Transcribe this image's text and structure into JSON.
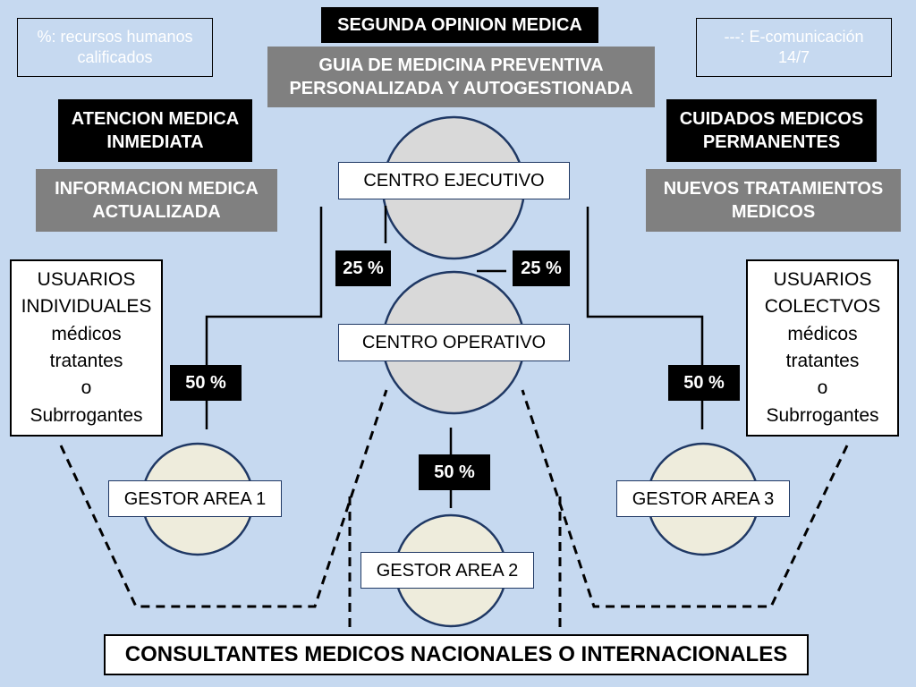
{
  "legend": {
    "left": "%: recursos humanos\ncalificados",
    "right": "---: E-comunicación\n14/7"
  },
  "headers": {
    "segunda_opinion": "SEGUNDA OPINION MEDICA",
    "guia": "GUIA  DE MEDICINA PREVENTIVA\nPERSONALIZADA Y AUTOGESTIONADA",
    "atencion": "ATENCION MEDICA\nINMEDIATA",
    "informacion": "INFORMACION MEDICA\nACTUALIZADA",
    "cuidados": "CUIDADOS MEDICOS\nPERMANENTES",
    "nuevos": "NUEVOS TRATAMIENTOS\nMEDICOS"
  },
  "centers": {
    "ejecutivo": "CENTRO EJECUTIVO",
    "operativo": "CENTRO OPERATIVO"
  },
  "gestores": {
    "area1": "GESTOR AREA 1",
    "area2": "GESTOR AREA 2",
    "area3": "GESTOR AREA 3"
  },
  "percentages": {
    "ejecutivo_left": "25 %",
    "ejecutivo_right": "25 %",
    "area1": "50 %",
    "area2": "50 %",
    "area3": "50 %"
  },
  "users": {
    "individuales": "USUARIOS\nINDIVIDUALES\nmédicos\ntratantes\no\nSubrrogantes",
    "colectivos": "USUARIOS\nCOLECTVOS\nmédicos\ntratantes\no\nSubrrogantes"
  },
  "consultantes": "CONSULTANTES  MEDICOS  NACIONALES  O   INTERNACIONALES",
  "colors": {
    "background": "#c6d9f0",
    "circle_fill": "#d9d9d9",
    "small_circle_fill": "#eeecdc",
    "circle_stroke": "#1f3864"
  }
}
